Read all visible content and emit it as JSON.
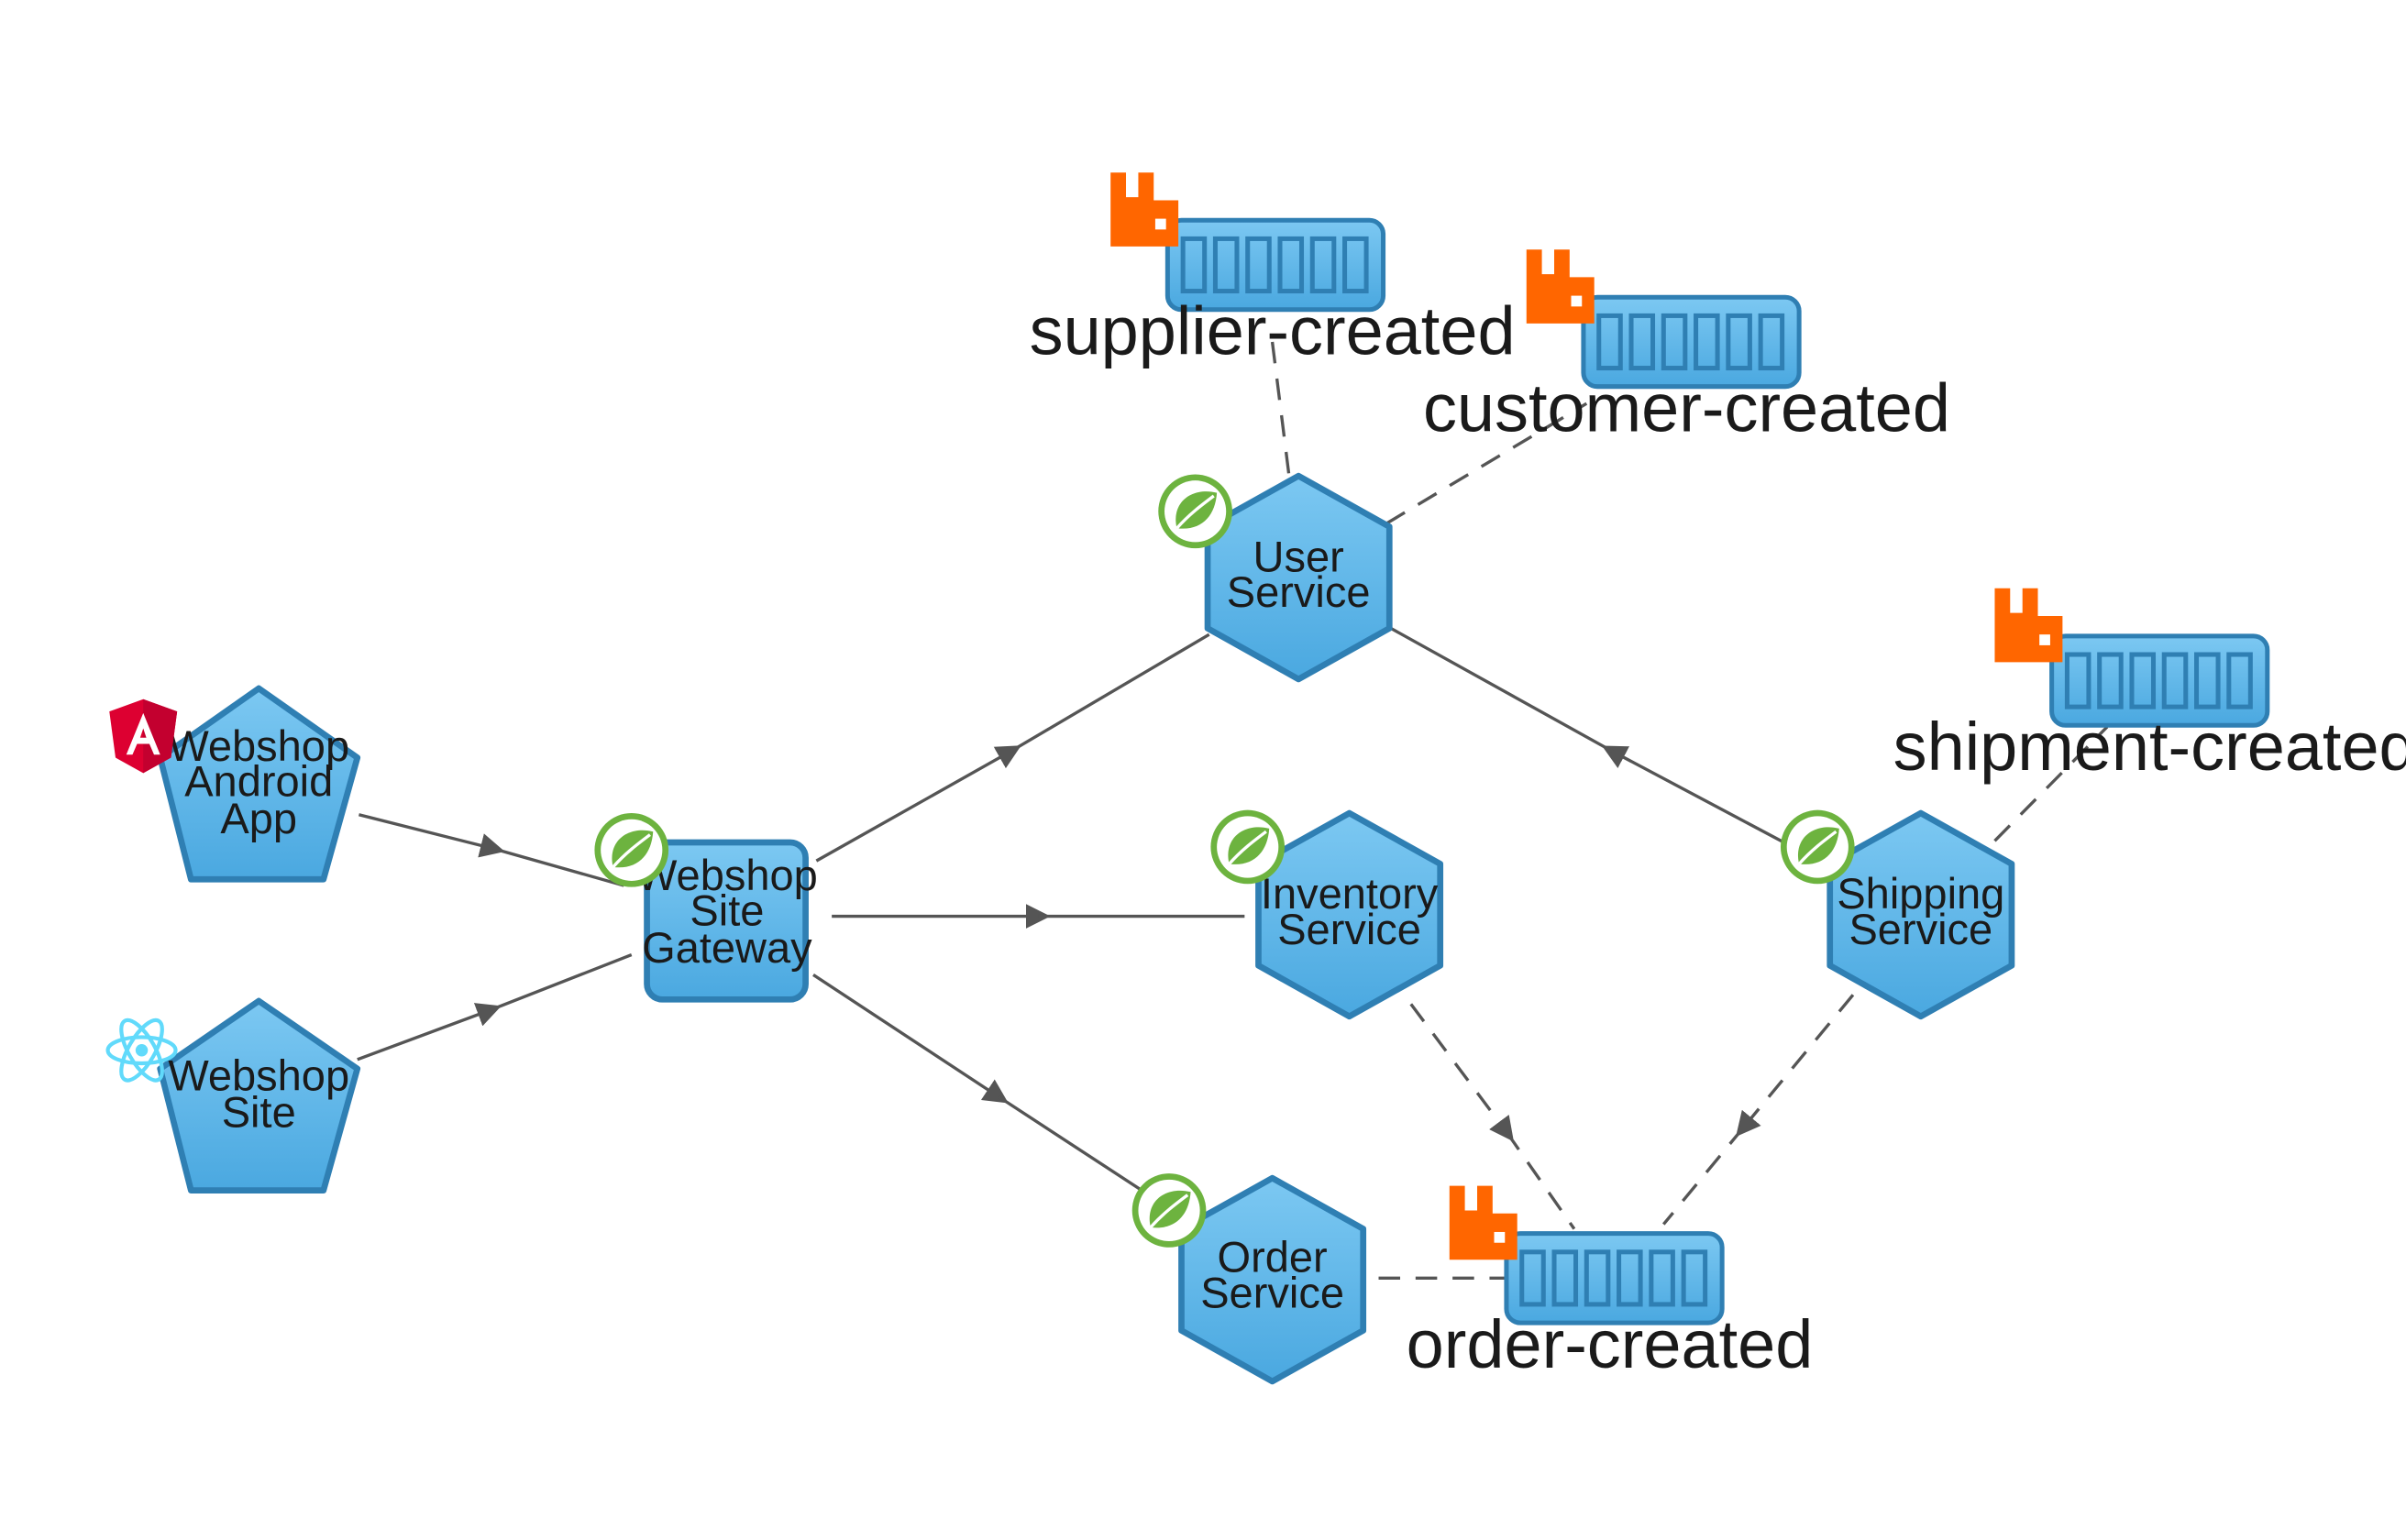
{
  "nodes": {
    "android_app": {
      "label_lines": [
        "Webshop",
        "Android",
        "App"
      ],
      "icon": "angular-icon"
    },
    "site": {
      "label_lines": [
        "Webshop",
        "Site"
      ],
      "icon": "react-icon"
    },
    "gateway": {
      "label_lines": [
        "Webshop",
        "Site",
        "Gateway"
      ],
      "icon": "spring-leaf-icon"
    },
    "user_service": {
      "label_lines": [
        "User",
        "Service"
      ],
      "icon": "spring-leaf-icon"
    },
    "inventory_service": {
      "label_lines": [
        "Inventory",
        "Service"
      ],
      "icon": "spring-leaf-icon"
    },
    "order_service": {
      "label_lines": [
        "Order",
        "Service"
      ],
      "icon": "spring-leaf-icon"
    },
    "shipping_service": {
      "label_lines": [
        "Shipping",
        "Service"
      ],
      "icon": "spring-leaf-icon"
    }
  },
  "queues": {
    "supplier_created": {
      "label": "supplier-created",
      "icon": "rabbitmq-icon"
    },
    "customer_created": {
      "label": "customer-created",
      "icon": "rabbitmq-icon"
    },
    "shipment_created": {
      "label": "shipment-created",
      "icon": "rabbitmq-icon"
    },
    "order_created": {
      "label": "order-created",
      "icon": "rabbitmq-icon"
    }
  },
  "colors": {
    "node_fill": "#5bb6ea",
    "node_stroke": "#2f7fb3",
    "edge": "#555555",
    "rabbitmq": "#ff6600",
    "spring": "#6db33f",
    "angular": "#dd0031",
    "react": "#61dafb"
  }
}
